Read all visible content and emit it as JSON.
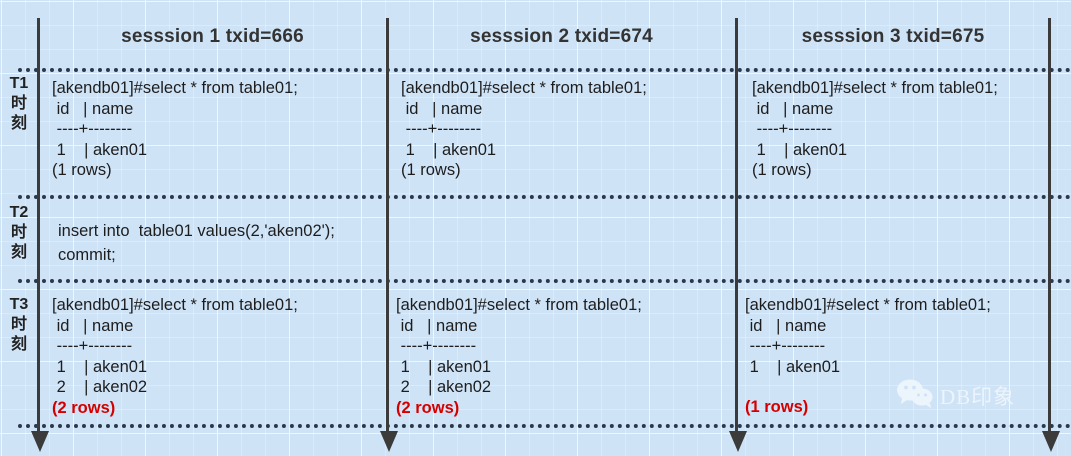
{
  "diagram": {
    "type": "transaction-isolation-timeline",
    "background_color": "#cfe3f7",
    "accent_color": "#d40000",
    "line_color": "#3b3b3b",
    "sessions": [
      {
        "id": "session1",
        "title": "sesssion 1 txid=666"
      },
      {
        "id": "session2",
        "title": "sesssion 2 txid=674"
      },
      {
        "id": "session3",
        "title": "sesssion 3 txid=675"
      }
    ],
    "time_rows": [
      {
        "id": "T1",
        "code": "T1",
        "label_chars": [
          "时",
          "刻"
        ]
      },
      {
        "id": "T2",
        "code": "T2",
        "label_chars": [
          "时",
          "刻"
        ]
      },
      {
        "id": "T3",
        "code": "T3",
        "label_chars": [
          "时",
          "刻"
        ]
      }
    ],
    "cells": {
      "t1_s1": {
        "lines": [
          "[akendb01]#select * from table01;",
          " id   | name",
          " ----+--------",
          " 1    | aken01"
        ],
        "rowcount": "(1 rows)",
        "rowcount_highlighted": false
      },
      "t1_s2": {
        "lines": [
          "[akendb01]#select * from table01;",
          " id   | name",
          " ----+--------",
          " 1    | aken01"
        ],
        "rowcount": "(1 rows)",
        "rowcount_highlighted": false
      },
      "t1_s3": {
        "lines": [
          "[akendb01]#select * from table01;",
          " id   | name",
          " ----+--------",
          " 1    | aken01"
        ],
        "rowcount": "(1 rows)",
        "rowcount_highlighted": false
      },
      "t2_s1": {
        "lines": [
          "insert into  table01 values(2,'aken02');",
          "commit;"
        ],
        "rowcount": "",
        "rowcount_highlighted": false
      },
      "t3_s1": {
        "lines": [
          "[akendb01]#select * from table01;",
          " id   | name",
          " ----+--------",
          " 1    | aken01",
          " 2    | aken02"
        ],
        "rowcount": "(2 rows)",
        "rowcount_highlighted": true
      },
      "t3_s2": {
        "lines": [
          "[akendb01]#select * from table01;",
          " id   | name",
          " ----+--------",
          " 1    | aken01",
          " 2    | aken02"
        ],
        "rowcount": "(2 rows)",
        "rowcount_highlighted": true
      },
      "t3_s3": {
        "lines": [
          "[akendb01]#select * from table01;",
          " id   | name",
          " ----+--------",
          " 1    | aken01"
        ],
        "rowcount": "(1 rows)",
        "rowcount_highlighted": true
      }
    },
    "watermark": {
      "text": "DB印象",
      "icon": "wechat-icon"
    }
  }
}
